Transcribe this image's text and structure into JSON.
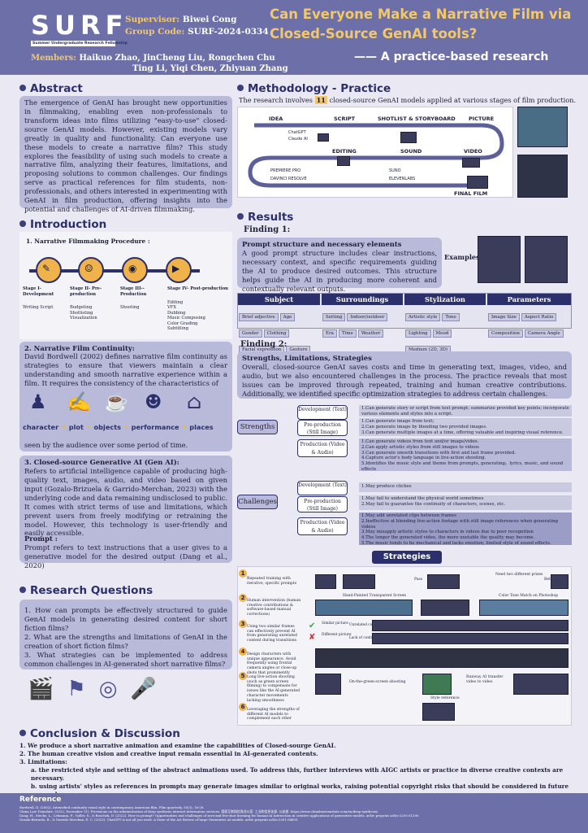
{
  "header": {
    "logo": "SURF",
    "logo_sub": "Summer Undergraduate Research Fellowship",
    "supervisor_label": "Supervisor:",
    "supervisor": "Biwei Cong",
    "group_label": "Group Code:",
    "group_code": "SURF-2024-0334",
    "members_label": "Members:",
    "members_line1": "Haikuo Zhao, JinCheng Liu, Rongchen Chu",
    "members_line2": "Ting Li, Yiqi Chen, Zhiyuan Zhang",
    "title_line1": "Can Everyone Make a Narrative Film via",
    "title_line2": "Closed-Source GenAI tools?",
    "subtitle": "—— A practice-based research"
  },
  "abstract": {
    "title": "Abstract",
    "text": "The emergence of GenAI has brought new opportunities in filmmaking, enabling even non-professionals to transform ideas into films utilizing \"easy-to-use\" closed-source GenAI models. However, existing models vary greatly in quality and functionality. Can everyone use these models to create a narrative film? This study explores the feasibility of using such models to create a narrative film, analyzing their features, limitations, and proposing solutions to common challenges. Our findings serve as practical references for film students, non-professionals, and others interested in experimenting with GenAI in film production, offering insights into the potential and challenges of AI-driven filmmaking."
  },
  "introduction": {
    "title": "Introduction",
    "procedure_heading": "1. Narrative Filmmaking Procedure :",
    "stages": [
      {
        "label": "Stage I- Development",
        "items": [
          "Writing Script"
        ]
      },
      {
        "label": "Stage II- Pre-production",
        "items": [
          "Budgeting",
          "Shotlisting",
          "Visualization"
        ]
      },
      {
        "label": "Stage III--Production",
        "items": [
          "Shooting"
        ]
      },
      {
        "label": "Stage IV- Post-production",
        "items": [
          "Editing",
          "VFX",
          "Dubbing",
          "Music Composing",
          "Color Grading",
          "Subtitling"
        ]
      }
    ],
    "continuity_heading": "2. Narrative Film Continuity:",
    "continuity_text": "David Bordwell (2002) defines narrative film continuity as strategies to ensure that viewers maintain a clear understanding and smooth narrative experience within a film. It requires the consistency of the characteristics of",
    "elements": [
      "character",
      "plot",
      "objects",
      "performance",
      "places"
    ],
    "continuity_tail": "seen by the audience over some period of time.",
    "genai_heading": "3. Closed-source Generative AI (Gen AI):",
    "genai_text": "Refers to artificial intelligence capable of producing high-quality text, images, audio, and video based on given input (Gozalo-Brizuela & Garrido-Merchan, 2023) with the underlying code and data remaining undisclosed to public. It comes with strict terms of use and limitations, which prevent users from freely modifying or retraining the model. However, this technology is user-friendly and easily accessible.",
    "prompt_heading": "Prompt :",
    "prompt_text": "Prompt refers to text instructions that a user gives to a generative model for the desired output (Dang et al., 2020)"
  },
  "research_questions": {
    "title": "Research Questions",
    "items": [
      "1. How can prompts be effectively structured to guide GenAI models in generating desired content for short fiction films?",
      "2. What are the strengths and limitations of GenAI in the creation of short fiction films?",
      "3. What strategies can be implemented to address common challenges in AI-generated short narrative films?"
    ]
  },
  "methodology": {
    "title": "Methodology - Practice",
    "intro_pre": "The research involves",
    "count": "11",
    "intro_post": "closed-source GenAI models applied at various stages of film production.",
    "stages": [
      "IDEA",
      "SCRIPT",
      "SHOTLIST & STORYBOARD",
      "PICTURE",
      "EDITING",
      "SOUND",
      "VIDEO",
      "FINAL FILM"
    ],
    "tools": [
      "ChatGPT",
      "Claude AI",
      "PREMIERE PRO",
      "DAVINCI RESOLVE",
      "SUNO",
      "ELEVENLABS"
    ]
  },
  "results": {
    "title": "Results",
    "finding1_title": "Finding 1:",
    "finding1_heading": "Prompt structure and necessary elements",
    "finding1_text": "A good prompt structure includes clear instructions, necessary context, and specific requirements guiding the AI to produce desired outcomes. This structure helps guide the AI in producing more coherent and contextually relevant outputs.",
    "examples_label": "Examples",
    "categories": [
      {
        "name": "Subject",
        "chips": [
          "Brief adjective",
          "Age",
          "Gender",
          "Clothing",
          "Facial expression",
          "Gesture"
        ]
      },
      {
        "name": "Surroundings",
        "chips": [
          "Setting",
          "Indoor/outdoor",
          "Era",
          "Time",
          "Weather"
        ]
      },
      {
        "name": "Stylization",
        "chips": [
          "Artistic style",
          "Tone",
          "Lighting",
          "Mood",
          "Medium (2D, 3D)"
        ]
      },
      {
        "name": "Parameters",
        "chips": [
          "Image Size",
          "Aspect Ratio",
          "Composition",
          "Camera Angle"
        ]
      }
    ],
    "finding2_title": "Finding 2:",
    "finding2_heading": "Strengths, Limitations, Strategies",
    "finding2_text": "Overall, closed-source GenAI saves costs and time in generating text, images, video, and audio, but we also encountered challenges in the process. The practice reveals that most issues can be improved through repeated, training and human creative contributions. Additionally, we identified specific optimization strategies to address certain challenges.",
    "strengths_label": "Strengths",
    "strengths": [
      {
        "stage": "Development (Text)",
        "items": [
          "1.Can generate story or script from text prompt; summarize provided key points; incorporate various elements and styles into a script."
        ]
      },
      {
        "stage": "Pre-production (Still Image)",
        "items": [
          "1.Can generate image from text;",
          "2.Can generate image by blending two provided images.",
          "3.Can generate multiple images at a time, offering valuable and inspiring visual reference."
        ]
      },
      {
        "stage": "Production (Video & Audio)",
        "items": [
          "1.Can generate videos from text and/or image/video.",
          "2.Can apply artistic styles from still images to videos",
          "3.Can generate smooth transitions with first and last frame provided.",
          "4.Capture actor's body language in live-action shooting.",
          "5.Identifies the music style and theme from prompts, generating。lyrics, music, and sound effects"
        ]
      }
    ],
    "challenges_label": "Challenges",
    "challenges": [
      {
        "stage": "Development (Text)",
        "items": [
          "1.May produce cliches"
        ]
      },
      {
        "stage": "Pre-production (Still Image)",
        "items": [
          "1.May fail to understand the physical world sometimes",
          "2.May fail to guarantee the continuity of characters, scenes, etc."
        ]
      },
      {
        "stage": "Production (Video & Audio)",
        "items": [
          "1.May add unrelated clips between frames",
          "2.Ineffective at blending live-action footage with still image references when generating videos",
          "3.May misapply artistic styles to characters in videos due to poor recognition",
          "4.The longer the generated video, the more unstable the quality may become.",
          "5.The music tends to be mechanical and lacks emotion; limited style of sound effects."
        ]
      }
    ],
    "strategies_label": "Strategies",
    "strategies": [
      {
        "num": "1",
        "text": "Repeated training with iterative, specific prompts",
        "notes": [
          "Need two different prizes",
          "Pass",
          "Retain"
        ]
      },
      {
        "num": "2",
        "text": "Human intervention (human creative contributions & software-based manual corrections)",
        "notes": [
          "Hand-Painted Transparent Screen",
          "Color Tone Match on Photoshop"
        ]
      },
      {
        "num": "3",
        "text": "Using two similar frames can effectively prevent AI from generating unrelated content during transitions",
        "notes": [
          "Similar picture",
          "Different picture",
          "Unrelated content",
          "Lack of continuity"
        ]
      },
      {
        "num": "4",
        "text": "Design characters with unique appearance. Avoid frequently using frontal camera angles or close-up shots that prominently",
        "notes": []
      },
      {
        "num": "5",
        "text": "Long live-action shooting (such as green screen filming) to compensate for issues like the AI-generated character movements lacking smoothness",
        "notes": [
          "On-the-green-screen shooting",
          "Style reference",
          "Runway AI transfer video to video"
        ]
      },
      {
        "num": "6",
        "text": "Leveraging the strengths of different AI models to complement each other",
        "notes": []
      }
    ]
  },
  "conclusion": {
    "title": "Conclusion & Discussion",
    "items": [
      "1.  We produce a short narrative animation and examine the capabilities of Closed-sourge GenAI.",
      "2.  The human creative vision and creative input remain essential in AI-generated contents.",
      "3.  Limitations:"
    ],
    "limitations": [
      "a.  the restricted style and setting of the abstract animations used. To address this, further interviews with AIGC artists or practice in diverse creative contexts are necessary.",
      "b.  using artists' styles as references in prompts may generate images similar to original works, raising potential copyright risks that should be considered in future  research."
    ]
  },
  "references": {
    "title": "Reference",
    "items": [
      "Bordwell, D. (2002). Intensified continuity visual style in contemporary American film. Film quarterly, 55(3), 16-28.",
      "China Law Translate. (2022, December 11). Provisions on the administration of deep synthesis internet information services. 国家互联网信息办公室. 工业和信息化部. 公安部. https://www.chinalawtranslate.com/en/deep-synthesis/",
      "Dang, H., Mecke, L., Lehmann, F., Goller, S., & Buschek, D. (2022). How to prompt? Opportunities and challenges of zero-and few-shot learning for human-AI interaction in creative applications of generative models. arXiv preprint arXiv:2209.01390.",
      "Gozalo-Brizuela, R., & Garrido-Merchan, E. C. (2023). ChatGPT is not all you need. A State of the Art Review of large Generative AI models. arXiv preprint arXiv:2301.04655."
    ]
  }
}
